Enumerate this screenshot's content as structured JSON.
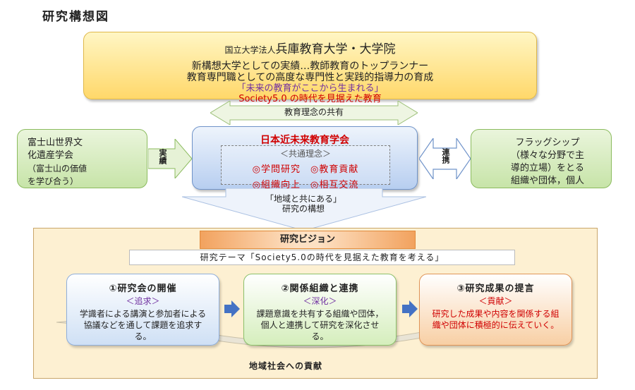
{
  "title": "研究構想図",
  "university": {
    "prefix": "国立大学法人",
    "name": "兵庫教育大学・大学院",
    "line2": "新構想大学としての実績…教師教育のトップランナー",
    "line3": "教育専門職としての高度な専門性と実践的指導力の育成",
    "line4": "「未来の教育がここから生まれる」",
    "line5": "Society5.0 の時代を見据えた教育"
  },
  "shared_philosophy": "教育理念の共有",
  "left_partner": {
    "line1": "富士山世界文",
    "line2": "化遺産学会",
    "line3": "（富士山の価値",
    "line4": "を学び合う）"
  },
  "left_arrow_label": "実績",
  "center": {
    "title": "日本近未来教育学会",
    "principles_label": "＜共通理念＞",
    "row1": "◎学問研究　◎教育貢献",
    "row2": "◎組織向上　◎相互交流"
  },
  "right_arrow_label": "連携",
  "right_partner": {
    "line1": "フラッグシップ",
    "line2": "（様々な分野で主",
    "line3": "導的立場）をとる",
    "line4": "組織や団体，個人"
  },
  "concept": {
    "line1": "「地域と共にある」",
    "line2": "研究の構想"
  },
  "vision_title": "研究ビジョン",
  "theme": "研究テーマ「Society5.0の時代を見据えた教育を考える」",
  "cards": [
    {
      "heading": "①研究会の開催",
      "sub": "＜追求＞",
      "body": "学識者による講演と参加者による協議などを通して課題を追求する。"
    },
    {
      "heading": "②関係組織と連携",
      "sub": "＜深化＞",
      "body": "課題意識を共有する組織や団体，個人と連携して研究を深化させる。"
    },
    {
      "heading": "③研究成果の提言",
      "sub": "＜貢献＞",
      "body": "研究した成果や内容を関係する組織や団体に積極的に伝えていく。"
    }
  ],
  "region_contribution": "地域社会への貢献",
  "colors": {
    "red": "#d00000",
    "purple": "#7030a0",
    "accent_blue": "#4472c4"
  }
}
